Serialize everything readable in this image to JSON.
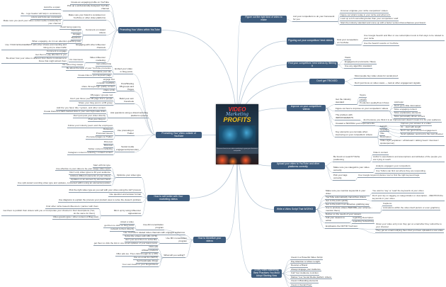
{
  "center": {
    "title_line1": "VIDEO",
    "title_line2": "Marketing",
    "title_line3": "PROFITS",
    "subtitle": "Discover how to use video marketing to grow your business and profits"
  },
  "colors": {
    "node": "#3f5d7e",
    "connector": "#b7c7d6",
    "underline": "#8a9aaa"
  },
  "right_branches": [
    {
      "label": "Figure out the right kind of video to make",
      "children": [
        {
          "label": "List your competitors to do your homework for you",
          "children": [
            "Uncover originate your niche competitors' videos",
            "Figure out what's today in your niche and what isn't",
            "Look up a rich something better than your competitors' stuff",
            "Start the industry standard and come up with a better version that enhances your brand"
          ]
        }
      ]
    },
    {
      "label": "Figuring out your competitors' best videos",
      "children": [
        {
          "label": "Find your competitors on YouTube",
          "children": [
            "Use Google Search and filter or use subscription tools to find ways to be related to your niche",
            "Use the Search results on YouTube"
          ]
        }
      ]
    },
    {
      "label": "Find your competitors' best videos by filtering it",
      "children": [
        {
          "label": "Views",
          "children": []
        },
        {
          "label": "Engagement (comments / likes)",
          "children": []
        },
        {
          "label": "Use any algorithm standard",
          "children": []
        }
      ]
    },
    {
      "label": "Don't get TRICKED",
      "children": [
        {
          "label": "Most people buy video views for social proof",
          "children": []
        },
        {
          "label": "Don't just focus on video views — look at other engagement signals",
          "children": []
        }
      ]
    },
    {
      "label": "Improve on your competitors' videos",
      "children": [
        {
          "label": "Get the industry standard",
          "children": [
            "Topics",
            "Length",
            "Production quality/how it flows"
          ]
        },
        {
          "label": "Figure out how to improve on your competitors' videos",
          "children": [
            "Add topic",
            "Don't go to little information",
            "More engaging content",
            "More explanatory elements",
            "More personality driven content"
          ]
        },
        {
          "label": "The problem with IMPROVEMENTS",
          "children": [
            "Just because you think it is an improvement doesn't mean it is for your audience"
          ]
        },
        {
          "label": "Created a TESTING your improvements",
          "children": [
            "Improve your answer in a video",
            "Or... start with length",
            "Don't use good element engagement",
            "Send updates; send out to the next channel"
          ]
        },
        {
          "label": "Key elements you can take when improving on your competitors' videos",
          "children": [
            "Length",
            "Graphics",
            "Title",
            "Description",
            "Video style (explainer / whiteboard / talking head / interview / spokesperson)"
          ]
        }
      ]
    },
    {
      "label": "Upload your video to YouTube and other platforms correctly",
      "children": [
        {
          "label": "Be found on search? Niche positioning",
          "children": [
            "Video's content",
            "Author's expectations and assumptions and attitudes of the people you are trying to reach"
          ]
        },
        {
          "label": "Make sure you categorize your video correctly",
          "children": [
            "Analyze engagers your competitors",
            "Use Tubics can find out where they are responding"
          ]
        },
        {
          "label": "Pick your tags correctly",
          "children": [
            "Use Google keyword planner tool to find the right keyword tags"
          ]
        }
      ]
    },
    {
      "label": "Write a Video Script That WORKS",
      "children": [
        {
          "label": "Make sure you mention keywords in your video",
          "children": [
            "You want to 'say' or 'read' the keywords of your video"
          ]
        },
        {
          "label": "YouTube automatically transcribes videos",
          "children": [
            "Don't just rely on tagging or categorization or description... MENTION the keywords in your video"
          ]
        },
        {
          "label": "Get to the point quickly",
          "children": []
        },
        {
          "label": "Get to the point in an attractive grabbing way",
          "children": []
        },
        {
          "label": "Use to produce videos BEFORE your script (ie... mention them)",
          "children": [
            "Captions",
            "Animations within the video itself (actors or even graphics)"
          ]
        },
        {
          "label": "Deliver on the needs of your viewers",
          "children": []
        },
        {
          "label": "Call your viewers to action",
          "children": [
            "regarding Description",
            "regarding Subscribing"
          ]
        },
        {
          "label": "Emphasize the NOTIFY bell icon",
          "children": [
            "Show your video entry icon they get on email after they subscribe to your channel",
            "They get an email notifying them that you have uploaded a new video"
          ]
        }
      ]
    },
    {
      "label": "5 Key Video Marketing Best Practices You Must Adopt Starting Now",
      "children": [
        {
          "label": "Invest in a Powerful Video Script",
          "children": []
        },
        {
          "label": "Pay Attention to Video Length",
          "children": []
        },
        {
          "label": "Develop a Brand",
          "children": []
        },
        {
          "label": "Always Engage your Audience",
          "children": []
        },
        {
          "label": "Call Your Audience to Action",
          "children": []
        },
        {
          "label": "Market Your Social Media platform videos",
          "children": []
        },
        {
          "label": "Invest in Branding elements",
          "children": []
        },
        {
          "label": "Invest in Social Proof",
          "children": []
        }
      ]
    }
  ],
  "left_branches": [
    {
      "label": "Promoting Your Video within YouTube",
      "children": [
        {
          "label": "Create an engaging profile on YouTube",
          "children": []
        },
        {
          "label": "Pick up a professionally designed YouTube channel",
          "children": [
            "Avoid be a spam"
          ]
        },
        {
          "label": "Make sure your brand is consistent on YouTube or other video platforms",
          "children": [
            "Be... logo header will help in consistency",
            "colors and fonts are consistent",
            "Make sure you push your video social media consistently in your channel"
          ]
        },
        {
          "label": "Comment on related videos",
          "children": [
            "Avoid being spammy",
            "Tell users",
            "Engage",
            "Backlinks",
            "When engaging, do it in an attention grabbing way"
          ]
        },
        {
          "label": "Engaging with other influencer channels",
          "children": [
            "Use YOUR ENGAGEMENT with other shows (commenting and liking etc) to draw traffic",
            "Comment to engage",
            "Get them to pay attention to you",
            "Be about how your video is different from theirs in reference to those that might attract them"
          ]
        },
        {
          "label": "Video influencer marketing",
          "children": [
            "Do video blog swaps",
            "Do interviews"
          ]
        }
      ]
    },
    {
      "label": "Promoting Your Video outside of YouTube",
      "children": [
        {
          "label": "Embed your video in blog posts",
          "children": [
            "Get embed link",
            "Be about the topic of your YouTube promotion",
            "Complete your site",
            "Create links to your keyword page"
          ]
        },
        {
          "label": "Post/Sharing FB groups and Pages",
          "children": [
            "engage first",
            "consider credibility",
            "share through high quality content",
            "share a link"
          ]
        },
        {
          "label": "Build your own Facebook",
          "children": [
            "FB pages / groups / ad",
            "Don't just throw your FB page link to people",
            "Share your blog post in a FB group"
          ]
        },
        {
          "label": "Ask questions using a video/mentoring platforms (Quora)",
          "children": [
            "Add the 'you have' title / system, and other content",
            "Create Data and SEO-backed links in your own high-value links",
            "Don't just post your video directly",
            "Post your blog on"
          ]
        },
        {
          "label": "Use promoting in Twitter",
          "children": [
            "Follow your industry peers and the employees",
            "Retweets",
            "Promoted tweets",
            "Promoted pages on Twitter"
          ]
        },
        {
          "label": "Social media engagement/promotion",
          "children": [
            "Pinterest",
            "Pinterest",
            "Twitter content marketing",
            "Instagram content marketing / curated content"
          ]
        }
      ]
    },
    {
      "label": "How to sell better with Your marketing videos",
      "children": [
        {
          "label": "Optimize your video type",
          "children": [
            "Start with list type",
            "Use effective to your video to be your usage video types",
            "Don't only video types to fill your audience",
            "Address different elements of your videos",
            "Updates on an element by element basis",
            "Use split-tested recording video type and updates, connected within using an elemental position"
          ]
        },
        {
          "label": "Pick the right video type as you sell with your video using the LET process",
          "children": []
        },
        {
          "label": "Use question and answer format",
          "children": []
        },
        {
          "label": "Use diagrams to explain the process your product uses to solve the viewer's problem",
          "children": []
        },
        {
          "label": "Mix it up by using influencer appearances",
          "children": [
            "Find other niche based influencers / partner with them",
            "Get them to publish their videos with you or incorporate your channel in their descriptions (Yes, do the same for them)",
            "Video guests (give / other content of Blog post)"
          ]
        }
      ]
    },
    {
      "label": "How to Monetize your videos",
      "children": [
        {
          "label": "Use AD monetization program",
          "children": [
            "Adopt a video",
            "get them to click on blog posts",
            "network to them directly"
          ]
        },
        {
          "label": "Use YouTube's related video channels with engaged audiences",
          "children": []
        },
        {
          "label": "Use MC monetization program",
          "children": [
            "Subscribe videos with Affix (CTR)",
            "don't just send them to subscribe",
            "get them to click the link in one email updates of your latest posts"
          ]
        },
        {
          "label": "What will you selling?",
          "children": [
            "Click ads",
            "Affiliate products",
            "Offer ads too. Then click through for a CPA",
            "Use an email list (SMTP)",
            "Sell handmade things",
            "Your own books or your blogs/videos"
          ]
        }
      ]
    }
  ]
}
